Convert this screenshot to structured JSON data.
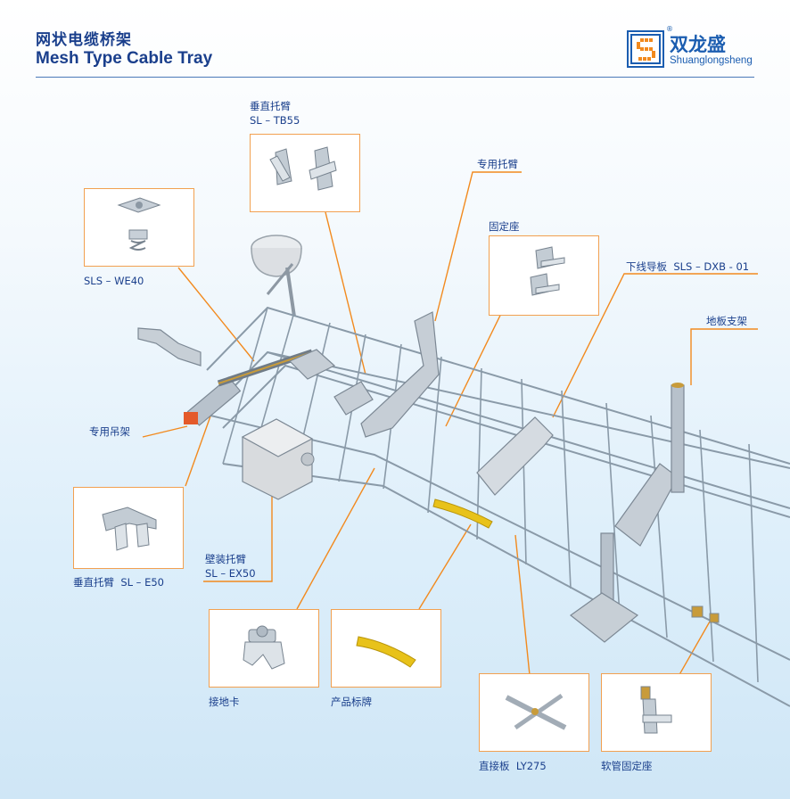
{
  "header": {
    "title_cn": "网状电缆桥架",
    "title_en": "Mesh Type Cable Tray"
  },
  "logo": {
    "name_cn": "双龙盛",
    "name_en": "Shuanglongsheng",
    "registered": "®"
  },
  "components": {
    "vertical_arm_tb55": {
      "name": "垂直托臂",
      "code": "SL – TB55"
    },
    "special_arm": {
      "name": "专用托臂"
    },
    "fixed_seat": {
      "name": "固定座"
    },
    "down_guide": {
      "name": "下线导板",
      "code": "SLS – DXB - 01"
    },
    "floor_support": {
      "name": "地板支架"
    },
    "spring_nut": {
      "code": "SLS – WE40"
    },
    "special_hanger": {
      "name": "专用吊架"
    },
    "vertical_arm_e50": {
      "name": "垂直托臂",
      "code": "SL – E50"
    },
    "wall_arm": {
      "name": "壁装托臂",
      "code": "SL – EX50"
    },
    "ground_clip": {
      "name": "接地卡"
    },
    "product_tag": {
      "name": "产品标牌"
    },
    "straight_plate": {
      "name": "直接板",
      "code": "LY275"
    },
    "hose_seat": {
      "name": "软管固定座"
    }
  },
  "colors": {
    "brand_blue": "#1a3f8c",
    "callout_orange": "#f28a1e",
    "tray_steel": "#8a9aa8",
    "tag_yellow": "#e8c21a"
  }
}
